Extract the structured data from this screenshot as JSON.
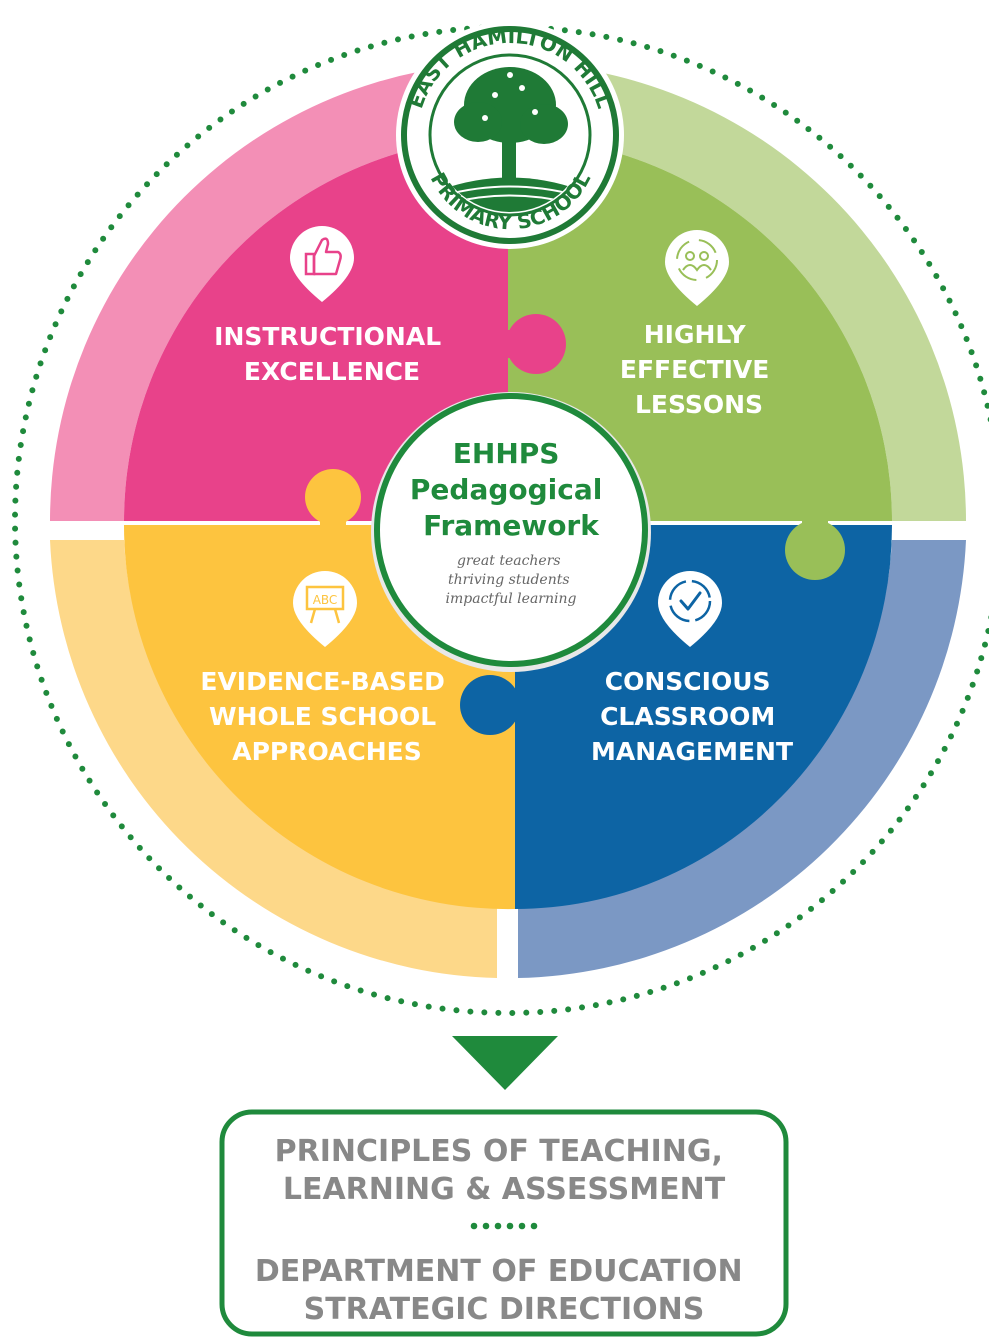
{
  "logo": {
    "top_text": "EAST HAMILTON HILL",
    "bottom_text": "PRIMARY SCHOOL"
  },
  "hub": {
    "title_lines": [
      "EHHPS",
      "Pedagogical",
      "Framework"
    ],
    "tagline_lines": [
      "great teachers",
      "thriving students",
      "impactful learning"
    ]
  },
  "quadrants": [
    {
      "id": "top-left",
      "icon": "thumbs-up-icon",
      "lines": [
        "INSTRUCTIONAL",
        "EXCELLENCE"
      ],
      "color": "#e8428a",
      "light": "#f38fb6"
    },
    {
      "id": "top-right",
      "icon": "group-cycle-icon",
      "lines": [
        "HIGHLY",
        "EFFECTIVE",
        "LESSONS"
      ],
      "color": "#99bf58",
      "light": "#c2d89a"
    },
    {
      "id": "bottom-left",
      "icon": "abc-easel-icon",
      "lines": [
        "EVIDENCE-BASED",
        "WHOLE SCHOOL",
        "APPROACHES"
      ],
      "color": "#fdc43f",
      "light": "#fdd889"
    },
    {
      "id": "bottom-right",
      "icon": "check-cycle-icon",
      "lines": [
        "CONSCIOUS",
        "CLASSROOM",
        "MANAGEMENT"
      ],
      "color": "#0d64a4",
      "light": "#7b98c4"
    }
  ],
  "bottom_box": {
    "first_lines": [
      "PRINCIPLES OF TEACHING,",
      "LEARNING & ASSESSMENT"
    ],
    "second_lines": [
      "DEPARTMENT OF EDUCATION",
      "STRATEGIC DIRECTIONS"
    ]
  },
  "colors": {
    "green": "#1f8a3c",
    "gray_text": "#888888"
  }
}
